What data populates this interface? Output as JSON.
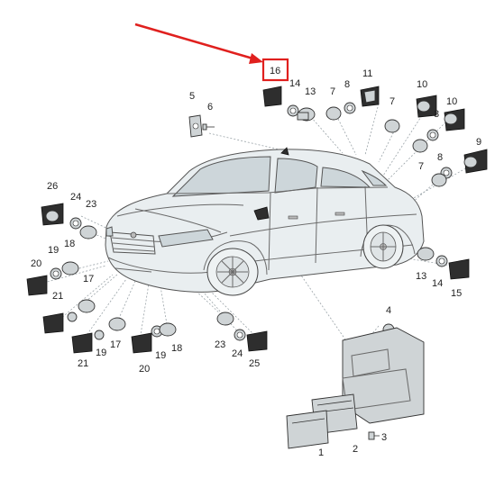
{
  "diagram": {
    "highlight_color": "#e0201e",
    "highlighted_part": "16",
    "part_labels": [
      {
        "id": "p16",
        "text": "16"
      },
      {
        "id": "p14a",
        "text": "14"
      },
      {
        "id": "p13a",
        "text": "13"
      },
      {
        "id": "p7a",
        "text": "7"
      },
      {
        "id": "p8a",
        "text": "8"
      },
      {
        "id": "p11",
        "text": "11"
      },
      {
        "id": "p10a",
        "text": "10"
      },
      {
        "id": "p10b",
        "text": "10"
      },
      {
        "id": "p7b",
        "text": "7"
      },
      {
        "id": "p8b",
        "text": "8"
      },
      {
        "id": "p9",
        "text": "9"
      },
      {
        "id": "p8c",
        "text": "8"
      },
      {
        "id": "p7c",
        "text": "7"
      },
      {
        "id": "p5",
        "text": "5"
      },
      {
        "id": "p6",
        "text": "6"
      },
      {
        "id": "p26",
        "text": "26"
      },
      {
        "id": "p24a",
        "text": "24"
      },
      {
        "id": "p23a",
        "text": "23"
      },
      {
        "id": "p19a",
        "text": "19"
      },
      {
        "id": "p18a",
        "text": "18"
      },
      {
        "id": "p20a",
        "text": "20"
      },
      {
        "id": "p17a",
        "text": "17"
      },
      {
        "id": "p21a",
        "text": "21"
      },
      {
        "id": "p21b",
        "text": "21"
      },
      {
        "id": "p19b",
        "text": "19"
      },
      {
        "id": "p17b",
        "text": "17"
      },
      {
        "id": "p20b",
        "text": "20"
      },
      {
        "id": "p19c",
        "text": "19"
      },
      {
        "id": "p18b",
        "text": "18"
      },
      {
        "id": "p23b",
        "text": "23"
      },
      {
        "id": "p24b",
        "text": "24"
      },
      {
        "id": "p25",
        "text": "25"
      },
      {
        "id": "p13b",
        "text": "13"
      },
      {
        "id": "p14b",
        "text": "14"
      },
      {
        "id": "p15",
        "text": "15"
      },
      {
        "id": "p4",
        "text": "4"
      },
      {
        "id": "p3",
        "text": "3"
      },
      {
        "id": "p2",
        "text": "2"
      },
      {
        "id": "p1",
        "text": "1"
      }
    ]
  }
}
